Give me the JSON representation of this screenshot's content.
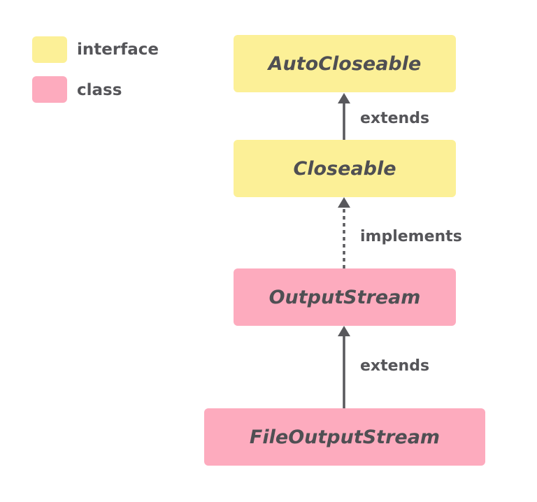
{
  "legend": {
    "interface_label": "interface",
    "class_label": "class",
    "interface_color": "#fcf097",
    "class_color": "#fdabbe"
  },
  "nodes": {
    "autocloseable": "AutoCloseable",
    "closeable": "Closeable",
    "outputstream": "OutputStream",
    "fileoutputstream": "FileOutputStream"
  },
  "relations": {
    "closeable_to_autocloseable": "extends",
    "outputstream_to_closeable": "implements",
    "fileoutputstream_to_outputstream": "extends"
  }
}
